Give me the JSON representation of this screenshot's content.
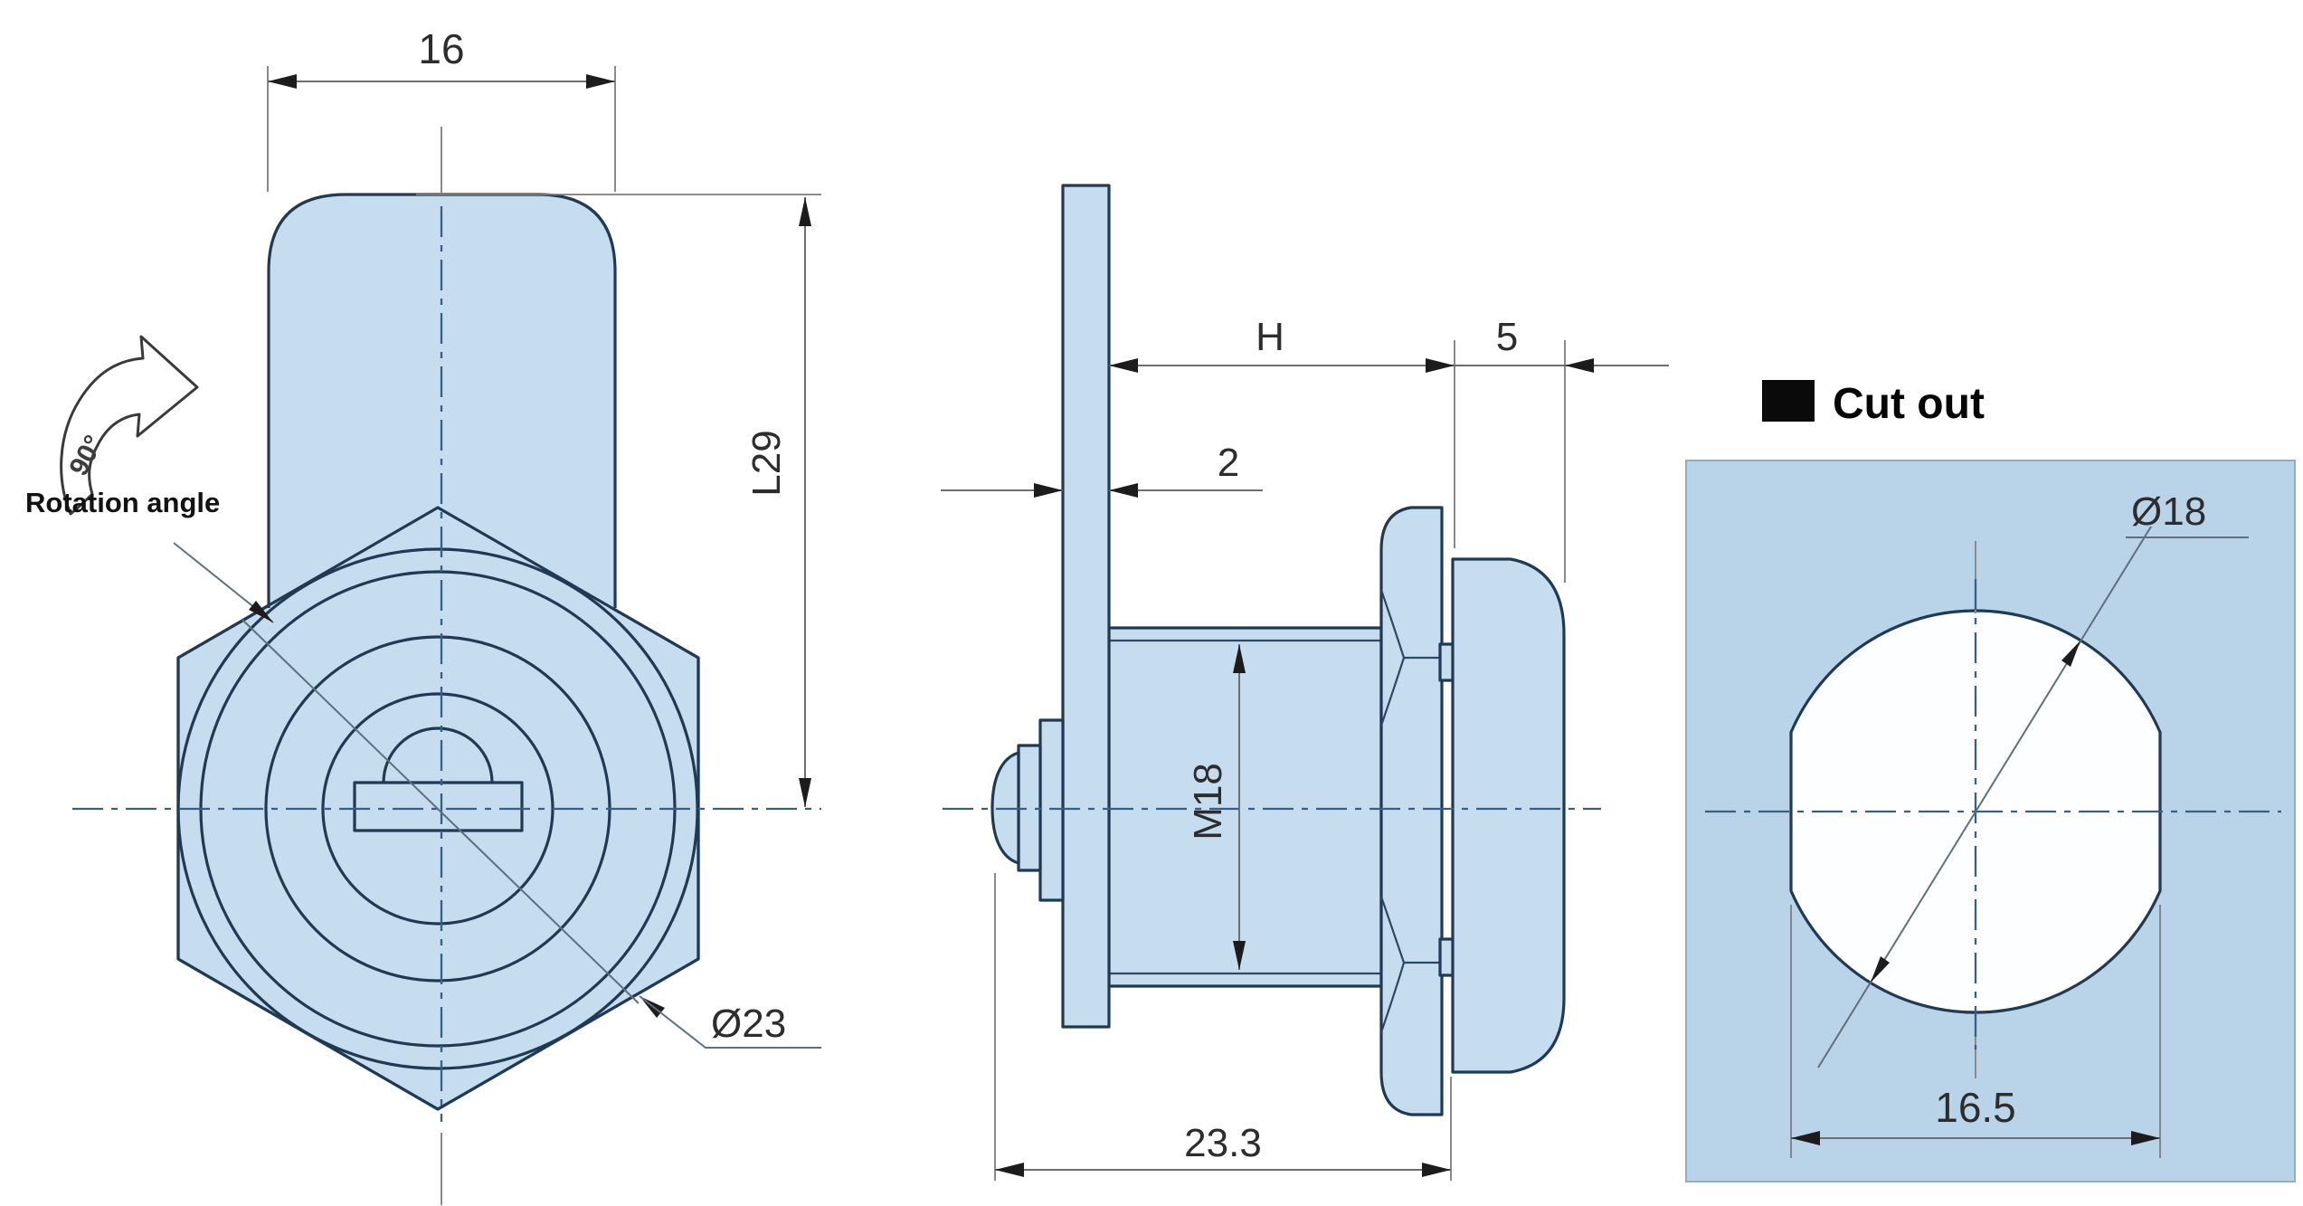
{
  "colors": {
    "part_fill": "#c6dcef",
    "panel_fill": "#b9d3e9",
    "hole_fill": "#fcfeff",
    "outline": "#1f3a52",
    "dimension_line": "#6f6f6f",
    "text": "#2d2d2d"
  },
  "front_view": {
    "cam_width": "16",
    "cam_length": "L29",
    "nut_diameter": "Ø23",
    "rotation_label": "Rotation angle",
    "rotation_angle": "90°"
  },
  "side_view": {
    "grip_length": "H",
    "head_depth": "5",
    "cam_thickness": "2",
    "thread_size": "M18",
    "body_length": "23.3"
  },
  "cutout_view": {
    "title": "Cut out",
    "hole_diameter": "Ø18",
    "across_flats": "16.5"
  }
}
